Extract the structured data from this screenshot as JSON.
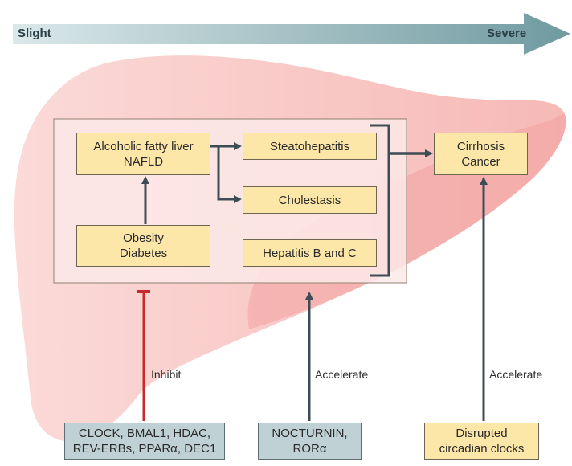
{
  "severity": {
    "left": "Slight",
    "right": "Severe"
  },
  "conditions": {
    "alcoholic": "Alcoholic fatty liver\nNAFLD",
    "obesity": "Obesity\nDiabetes",
    "steatohepatitis": "Steatohepatitis",
    "cholestasis": "Cholestasis",
    "hepatitis": "Hepatitis B and C",
    "cirrhosis": "Cirrhosis\nCancer"
  },
  "regulators": {
    "clock": "CLOCK, BMAL1, HDAC,\nREV-ERBs, PPARα, DEC1",
    "nocturnin": "NOCTURNIN,\nRORα",
    "disrupted": "Disrupted\ncircadian clocks"
  },
  "effects": {
    "inhibit": "Inhibit",
    "accelerate_1": "Accelerate",
    "accelerate_2": "Accelerate"
  },
  "colors": {
    "liver_light": "#f9cfcd",
    "liver_dark": "#f4a7a4",
    "arrow_dark": "#3e4d55",
    "inhibit_red": "#c8292c",
    "box_yellow": "#fde7a8",
    "box_grey": "#bfd1d4"
  }
}
